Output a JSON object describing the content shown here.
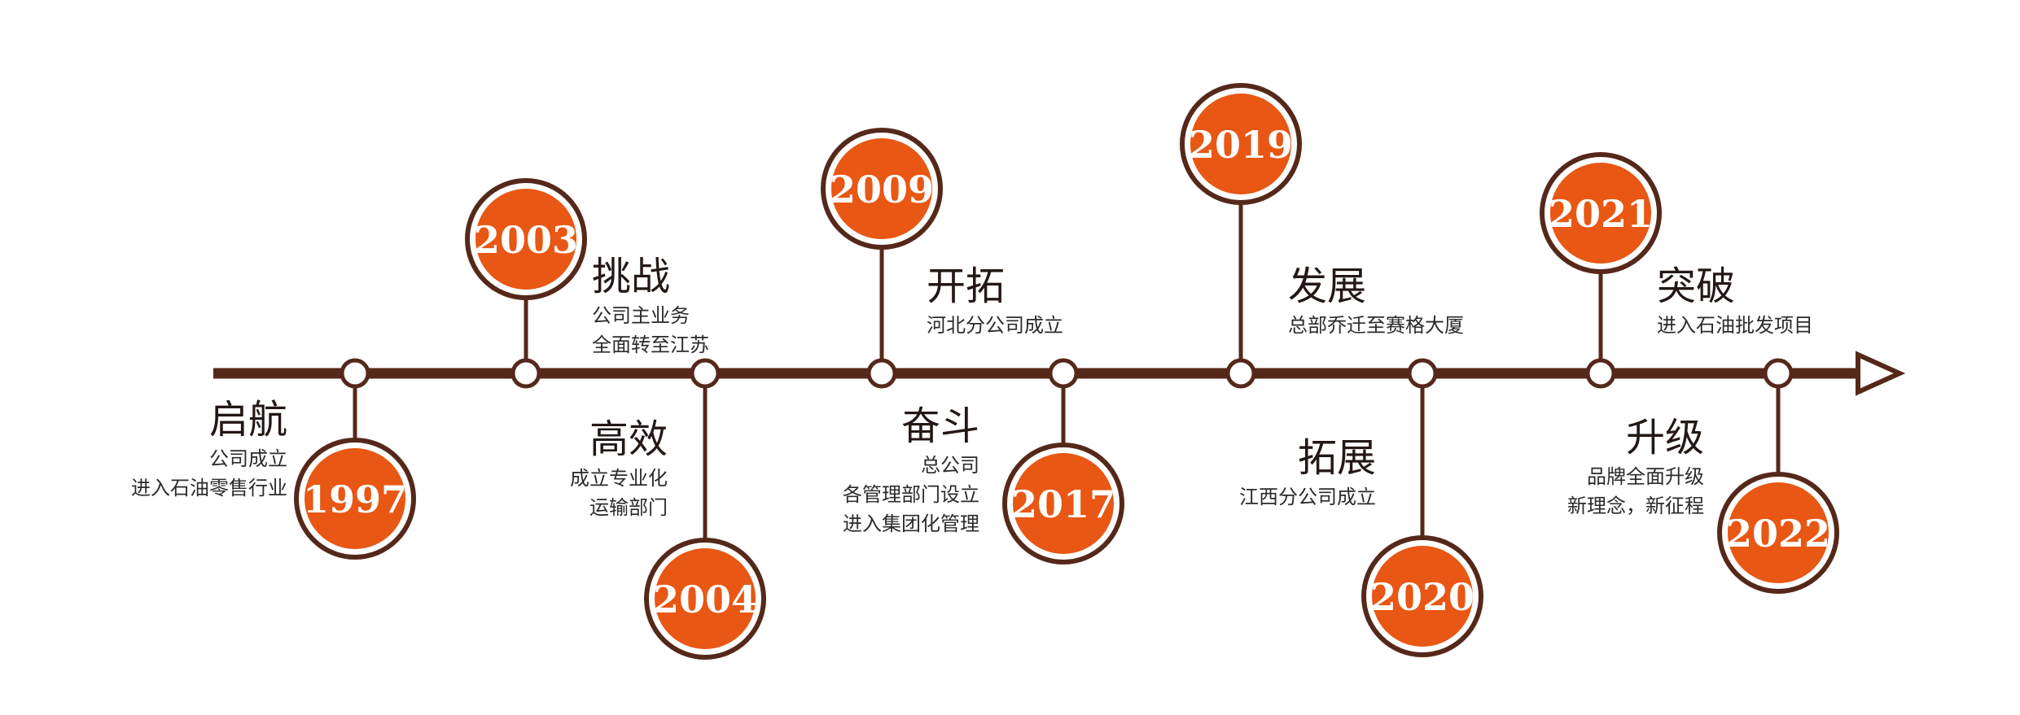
{
  "colors": {
    "line": "#55291a",
    "badge_fill": "#e85713",
    "badge_ring": "#55291a",
    "badge_text": "#ffffff",
    "node_fill": "#ffffff"
  },
  "milestones": [
    {
      "year": "1997",
      "title": "启航",
      "lines": [
        "公司成立",
        "进入石油零售行业"
      ],
      "badge_side": "below"
    },
    {
      "year": "2003",
      "title": "挑战",
      "lines": [
        "公司主业务",
        "全面转至江苏"
      ],
      "badge_side": "above"
    },
    {
      "year": "2004",
      "title": "高效",
      "lines": [
        "成立专业化",
        "运输部门"
      ],
      "badge_side": "below"
    },
    {
      "year": "2009",
      "title": "开拓",
      "lines": [
        "河北分公司成立"
      ],
      "badge_side": "above"
    },
    {
      "year": "2017",
      "title": "奋斗",
      "lines": [
        "总公司",
        "各管理部门设立",
        "进入集团化管理"
      ],
      "badge_side": "below"
    },
    {
      "year": "2019",
      "title": "发展",
      "lines": [
        "总部乔迁至赛格大厦"
      ],
      "badge_side": "above"
    },
    {
      "year": "2020",
      "title": "拓展",
      "lines": [
        "江西分公司成立"
      ],
      "badge_side": "below"
    },
    {
      "year": "2021",
      "title": "突破",
      "lines": [
        "进入石油批发项目"
      ],
      "badge_side": "above"
    },
    {
      "year": "2022",
      "title": "升级",
      "lines": [
        "品牌全面升级",
        "新理念，新征程"
      ],
      "badge_side": "below"
    }
  ]
}
